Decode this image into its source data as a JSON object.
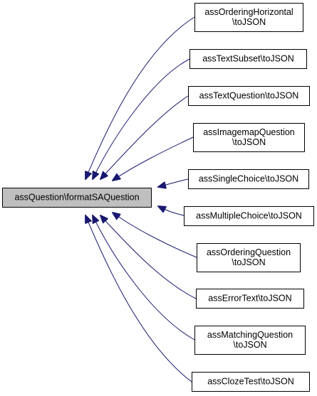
{
  "root": {
    "label_lines": [
      "assQuestion\\formatSAQuestion"
    ]
  },
  "callers": [
    {
      "label_lines": [
        "assOrderingHorizontal",
        "\\toJSON"
      ]
    },
    {
      "label_lines": [
        "assTextSubset\\toJSON"
      ]
    },
    {
      "label_lines": [
        "assTextQuestion\\toJSON"
      ]
    },
    {
      "label_lines": [
        "assImagemapQuestion",
        "\\toJSON"
      ]
    },
    {
      "label_lines": [
        "assSingleChoice\\toJSON"
      ]
    },
    {
      "label_lines": [
        "assMultipleChoice\\toJSON"
      ]
    },
    {
      "label_lines": [
        "assOrderingQuestion",
        "\\toJSON"
      ]
    },
    {
      "label_lines": [
        "assErrorText\\toJSON"
      ]
    },
    {
      "label_lines": [
        "assMatchingQuestion",
        "\\toJSON"
      ]
    },
    {
      "label_lines": [
        "assClozeTest\\toJSON"
      ]
    }
  ],
  "colors": {
    "root_fill": "#bfbfbf",
    "node_fill": "#ffffff",
    "border": "#000000",
    "edge": "#191970"
  }
}
